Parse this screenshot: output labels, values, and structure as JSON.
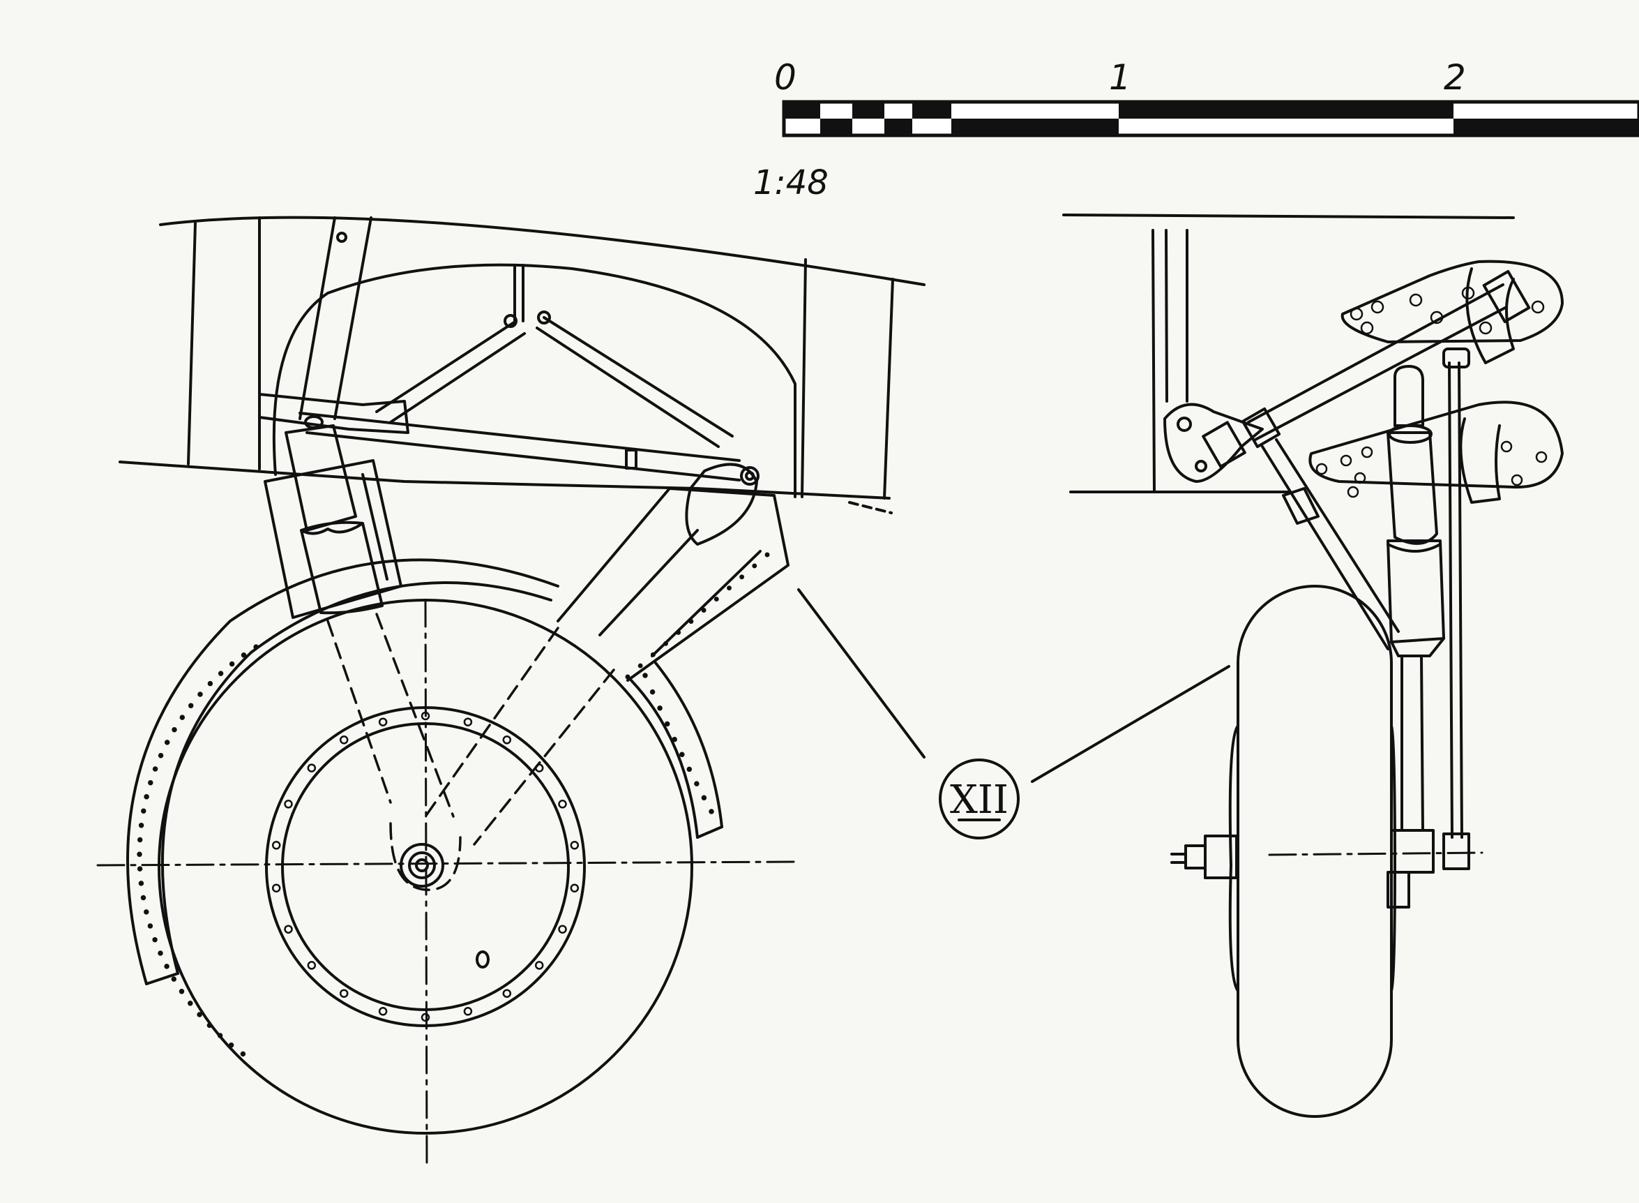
{
  "scale_bar": {
    "ticks": [
      "0",
      "1",
      "2"
    ],
    "ratio": "1:48"
  },
  "callout": {
    "label": "XII"
  },
  "colors": {
    "ink": "#111111",
    "paper": "#f7f7f3"
  }
}
